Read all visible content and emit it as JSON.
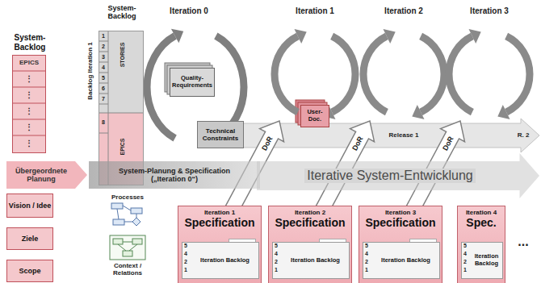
{
  "diagram": {
    "nodes": [
      {
        "text": [
          "System-Backlog",
          "EPICS"
        ]
      },
      {
        "text": [
          "System-Backlog"
        ]
      },
      {
        "text": [
          "Quality-Requirements"
        ]
      },
      {
        "text": [
          "Technical Constraints"
        ]
      },
      {
        "text": [
          "User-Doc."
        ]
      },
      {
        "text": [
          "Übergeordnete Planung"
        ]
      },
      {
        "text": [
          "System-Planung & Specification („Iteration 0“)"
        ]
      },
      {
        "text": [
          "Iterative System-Entwicklung"
        ]
      },
      {
        "text": [
          "Vision / Idee"
        ]
      },
      {
        "text": [
          "Ziele"
        ]
      },
      {
        "text": [
          "Scope"
        ]
      },
      {
        "text": [
          "Iteration 1",
          "Specification"
        ]
      },
      {
        "text": [
          "Iteration Backlog"
        ],
        "in": 11
      },
      {
        "text": [
          "Iteration 2",
          "Specification"
        ]
      },
      {
        "text": [
          "Iteration Backlog"
        ],
        "in": 13
      },
      {
        "text": [
          "Iteration 3",
          "Specification"
        ]
      },
      {
        "text": [
          "Iteration Backlog"
        ],
        "in": 15
      },
      {
        "text": [
          "Iteration 4",
          "Spec."
        ]
      },
      {
        "text": [
          "Iteration Backlog"
        ],
        "in": 17
      }
    ],
    "labels": [
      "⋮",
      "⋮",
      "⋮",
      "⋮",
      "⋮",
      "Backlog Iteration 1",
      "1",
      "2",
      "3",
      "4",
      "5",
      "6",
      "7",
      "STORIES",
      "8",
      "EPICS",
      "Iteration 0",
      "Iteration 1",
      "Iteration 2",
      "Iteration 3",
      "Release 1",
      "R. 2",
      "DoR",
      "DoR",
      "DoR",
      "Processes",
      "Context / Relations",
      "...",
      "5",
      "4",
      "2",
      "1",
      "5",
      "4",
      "2",
      "1",
      "5",
      "4",
      "2",
      "1",
      "5",
      "4",
      "2",
      "1"
    ]
  }
}
